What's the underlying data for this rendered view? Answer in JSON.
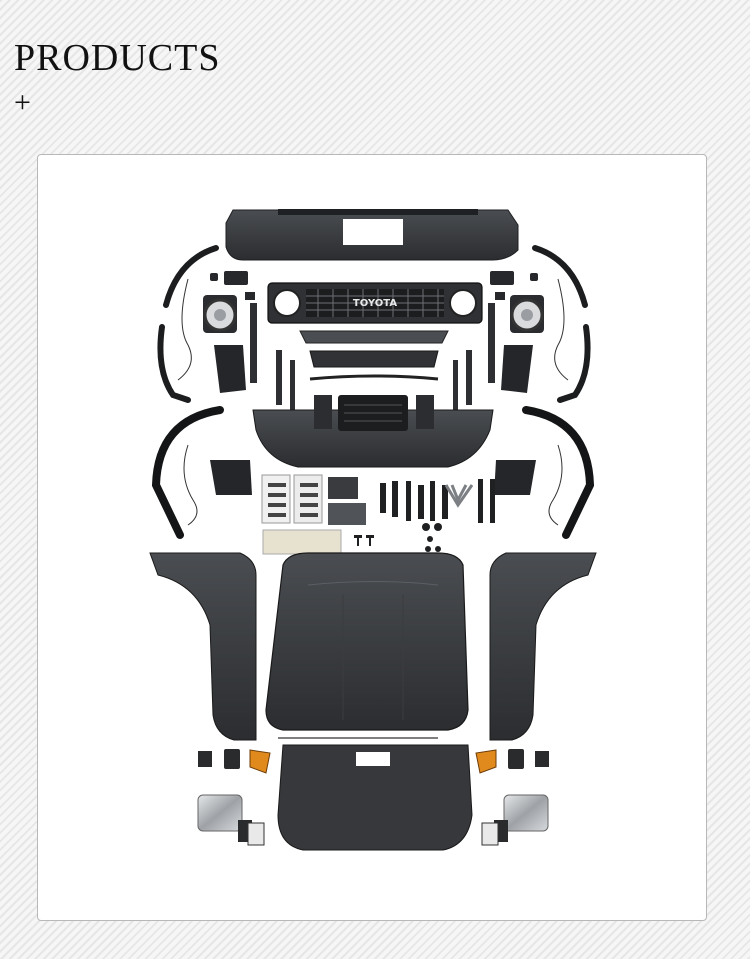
{
  "page": {
    "heading": "PRODUCTS",
    "expand_symbol": "+"
  },
  "product_image": {
    "grille_lettering": "TOYOTA",
    "icon": "body-kit-parts-image"
  },
  "colors": {
    "background": "#efefef",
    "frame_border": "#b8b8b8",
    "part_dark": "#2a2c2f",
    "part_mid": "#45484c",
    "chrome": "#c9ccd0",
    "amber": "#e08a1e"
  }
}
